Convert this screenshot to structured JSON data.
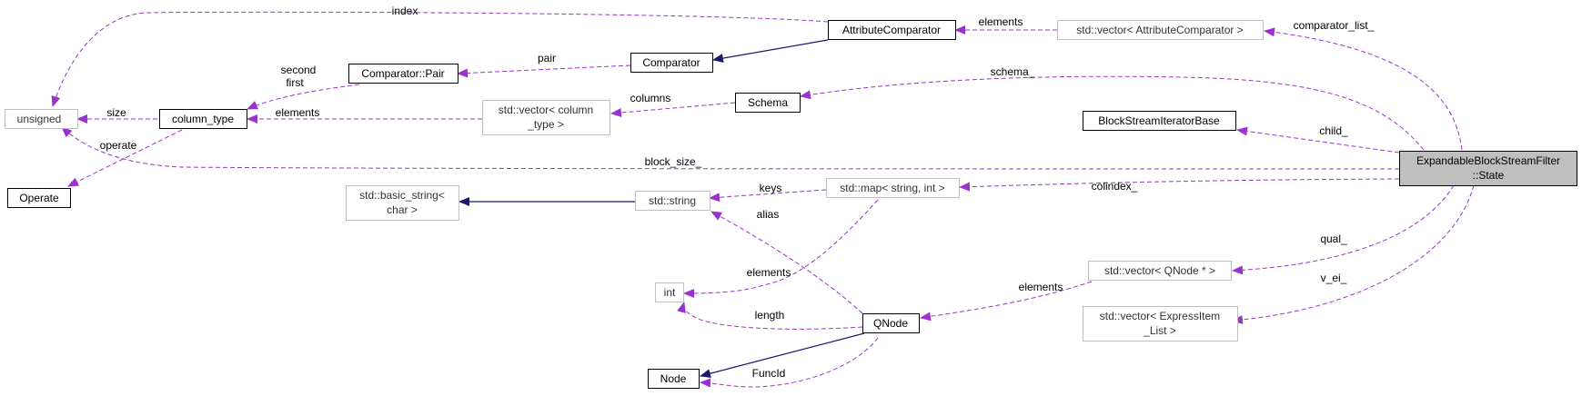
{
  "colors": {
    "usage_edge": "#9a32cd",
    "inheritance_edge": "#191970",
    "focus_fill": "#bfbfbf",
    "grey_border": "#bfbfbf"
  },
  "nodes": {
    "unsigned": "unsigned",
    "operate": "Operate",
    "column_type": "column_type",
    "comparator_pair": "Comparator::Pair",
    "comparator": "Comparator",
    "attribute_comparator": "AttributeComparator",
    "vector_attribute_comparator": "std::vector< AttributeComparator >",
    "schema": "Schema",
    "vector_column_type_line1": "std::vector< column",
    "vector_column_type_line2": "_type >",
    "block_stream_iterator_base": "BlockStreamIteratorBase",
    "state_line1": "ExpandableBlockStreamFilter",
    "state_line2": "::State",
    "basic_string_line1": "std::basic_string<",
    "basic_string_line2": "char >",
    "std_string": "std::string",
    "std_map": "std::map< string, int >",
    "int": "int",
    "qnode": "QNode",
    "node": "Node",
    "vector_qnode": "std::vector< QNode * >",
    "vector_express_item_line1": "std::vector< ExpressItem",
    "vector_express_item_line2": "_List >"
  },
  "edge_labels": {
    "index": "index",
    "elements_attr": "elements",
    "comparator_list": "comparator_list_",
    "pair": "pair",
    "second": "second",
    "first": "first",
    "schema": "schema_",
    "size": "size",
    "elements_col": "elements",
    "columns": "columns",
    "operate": "operate",
    "child": "child_",
    "block_size": "block_size_",
    "keys": "keys",
    "colindex": "colindex_",
    "alias": "alias",
    "elements_int": "elements",
    "elements_qnode": "elements",
    "qual": "qual_",
    "length": "length",
    "v_ei": "v_ei_",
    "funcid": "FuncId"
  }
}
